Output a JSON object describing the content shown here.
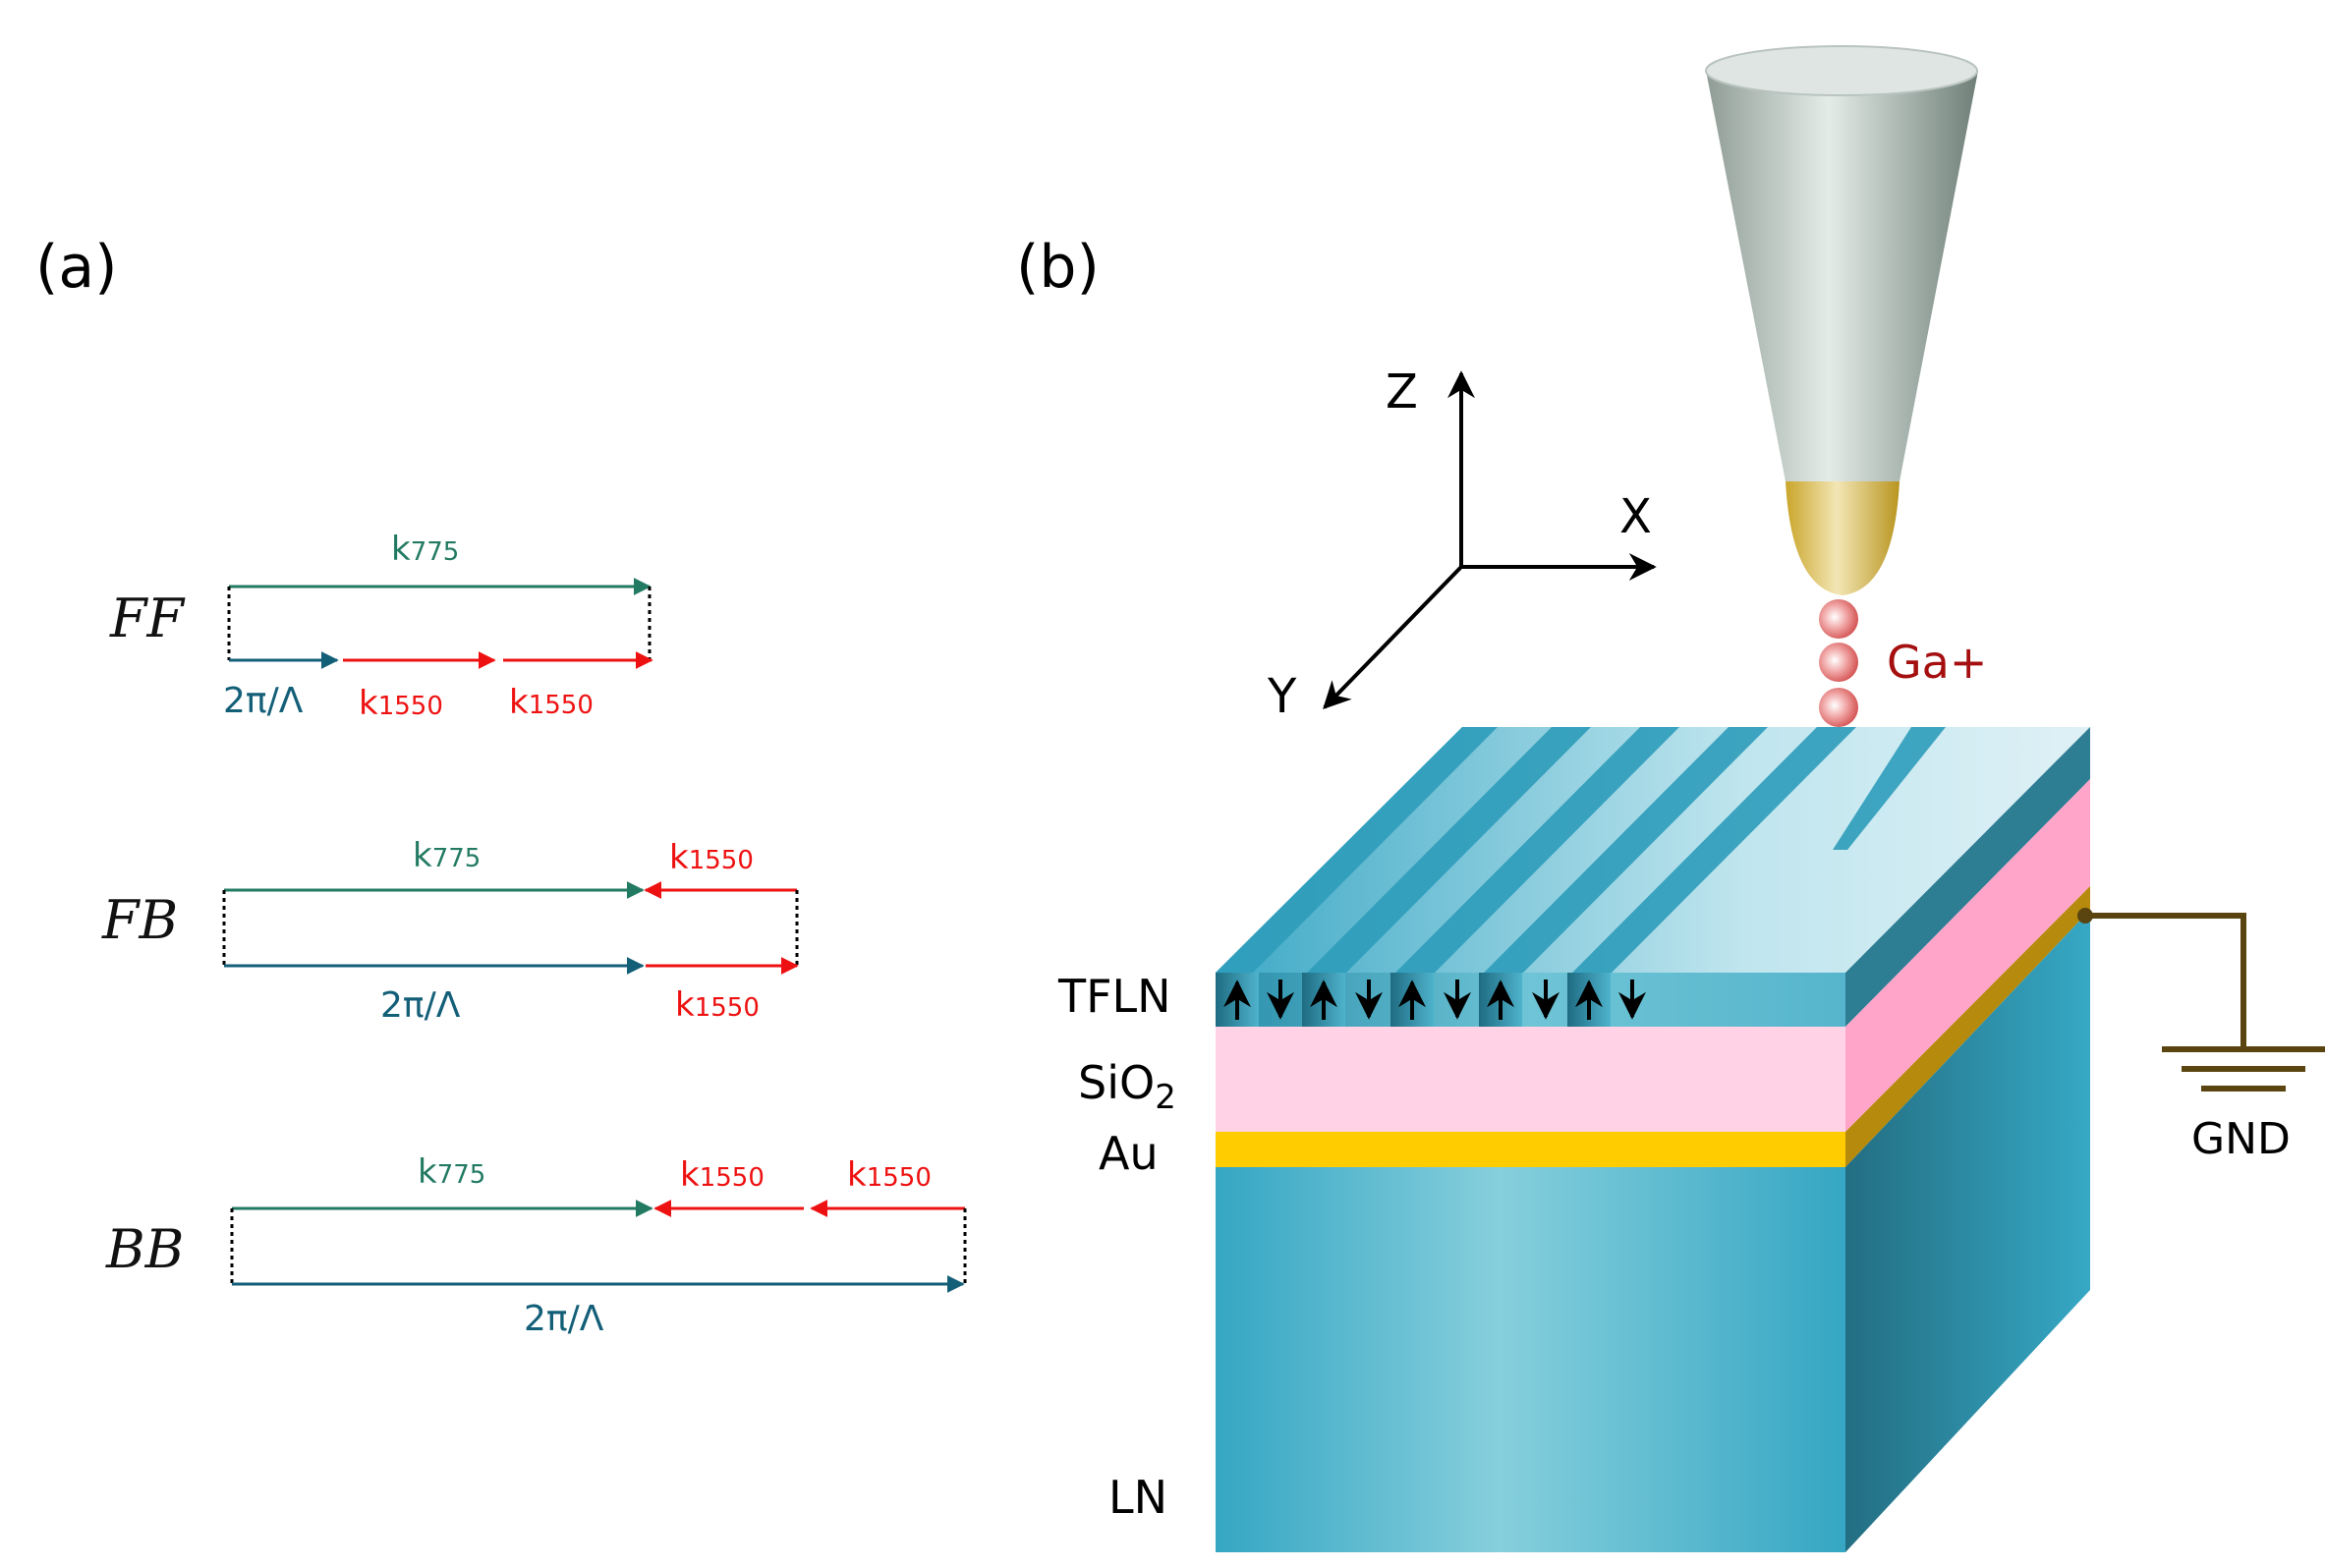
{
  "panel_a": {
    "label": "(a)",
    "rows": [
      {
        "name": "FF",
        "k775": "k775",
        "k1550_1": "k1550",
        "k1550_2": "k1550",
        "grating": "2π/Λ"
      },
      {
        "name": "FB",
        "k775": "k775",
        "k1550_1": "k1550",
        "k1550_2": "k1550",
        "grating": "2π/Λ"
      },
      {
        "name": "BB",
        "k775": "k775",
        "k1550_1": "k1550",
        "k1550_2": "k1550",
        "grating": "2π/Λ"
      }
    ],
    "k_symbol": "k",
    "sub_775": "775",
    "sub_1550": "1550"
  },
  "panel_b": {
    "label": "(b)",
    "axes": {
      "z": "Z",
      "x": "X",
      "y": "Y"
    },
    "ion": "Ga+",
    "layers": {
      "tfln": "TFLN",
      "sio2_main": "SiO",
      "sio2_sub": "2",
      "au": "Au",
      "ln": "LN"
    },
    "ground": "GND"
  },
  "colors": {
    "green": "#237a63",
    "blue": "#145f78",
    "red": "#ee1111",
    "ion_red": "#a50f0f",
    "teal": "#38a9c6",
    "pink": "#ffd3e5",
    "gold": "#ffcc00",
    "ground": "#5a4410"
  }
}
